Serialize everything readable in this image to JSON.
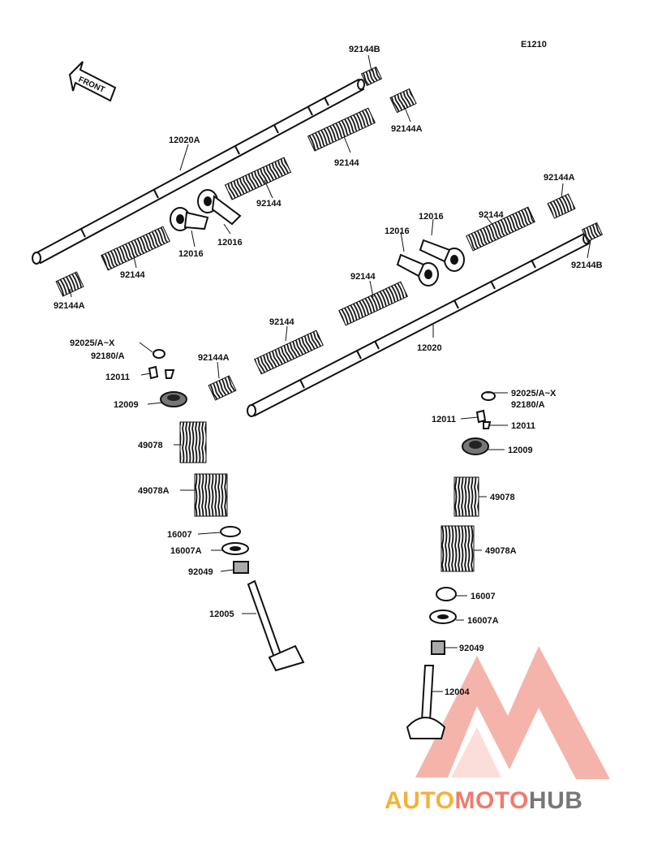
{
  "diagram": {
    "code": "E1210",
    "front_label": "FRONT",
    "labels": {
      "p92144B_a": "92144B",
      "p92144A_a": "92144A",
      "p12020A": "12020A",
      "p92144_a": "92144",
      "p92144_b": "92144",
      "p12016_a": "12016",
      "p12016_b": "12016",
      "p92144_c": "92144",
      "p92144A_b": "92144A",
      "p92144A_c": "92144A",
      "p12016_c": "12016",
      "p12016_d": "12016",
      "p92144_d": "92144",
      "p92144B_b": "92144B",
      "p92144_e": "92144",
      "p92144_f": "92144",
      "p12020": "12020",
      "p92025_l": "92025/A~X",
      "p92180_l": "92180/A",
      "p92144A_d": "92144A",
      "p12011_l": "12011",
      "p12009_l": "12009",
      "p49078_l": "49078",
      "p49078A_l": "49078A",
      "p16007_l": "16007",
      "p16007A_l": "16007A",
      "p92049_l": "92049",
      "p12005": "12005",
      "p92025_r": "92025/A~X",
      "p92180_r": "92180/A",
      "p12011_r1": "12011",
      "p12011_r2": "12011",
      "p12009_r": "12009",
      "p49078_r": "49078",
      "p49078A_r": "49078A",
      "p16007_r": "16007",
      "p16007A_r": "16007A",
      "p92049_r": "92049",
      "p12004": "12004"
    }
  },
  "watermark": {
    "part1": "AUTO",
    "part2": "MOTO",
    "part3": "HUB",
    "color1": "#f2b23a",
    "color2": "#ee7b6d",
    "color3": "#777777"
  }
}
